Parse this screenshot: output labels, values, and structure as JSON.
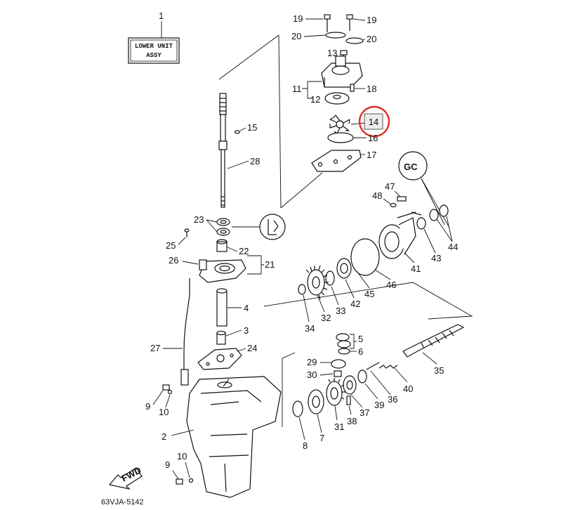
{
  "diagram": {
    "title_box": {
      "ref": "1",
      "line1": "LOWER UNIT",
      "line2": "ASSY"
    },
    "drawing_code": "63VJA-5142",
    "fwd_label": "FWD",
    "gc_label": "GC",
    "highlight": {
      "part": "14",
      "color": "#e0302a"
    },
    "callouts": {
      "p2": "2",
      "p3": "3",
      "p4": "4",
      "p5": "5",
      "p6": "6",
      "p7": "7",
      "p8": "8",
      "p9a": "9",
      "p9b": "9",
      "p10a": "10",
      "p10b": "10",
      "p11": "11",
      "p12": "12",
      "p13": "13",
      "p14": "14",
      "p15": "15",
      "p16": "16",
      "p17": "17",
      "p18": "18",
      "p19a": "19",
      "p19b": "19",
      "p20a": "20",
      "p20b": "20",
      "p21": "21",
      "p22": "22",
      "p23": "23",
      "p24": "24",
      "p25": "25",
      "p26": "26",
      "p27": "27",
      "p28": "28",
      "p29": "29",
      "p30": "30",
      "p31": "31",
      "p32": "32",
      "p33": "33",
      "p34": "34",
      "p35": "35",
      "p36": "36",
      "p37": "37",
      "p38": "38",
      "p39": "39",
      "p40": "40",
      "p41": "41",
      "p42": "42",
      "p43": "43",
      "p44": "44",
      "p45": "45",
      "p46": "46",
      "p47": "47",
      "p48": "48"
    }
  }
}
